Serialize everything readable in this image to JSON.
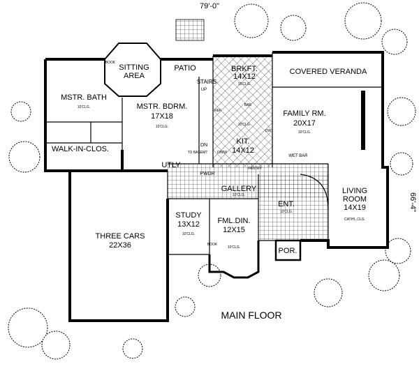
{
  "title": "MAIN FLOOR",
  "dimensions": {
    "width": "79'-0\"",
    "depth": "66'-4\""
  },
  "rooms": [
    {
      "id": "sitting",
      "name": "SITTING",
      "name2": "AREA"
    },
    {
      "id": "patio",
      "name": "PATIO"
    },
    {
      "id": "brkft",
      "name": "BRKFT.",
      "size": "14X12",
      "ceiling": "10'CLG."
    },
    {
      "id": "veranda",
      "name": "COVERED VERANDA"
    },
    {
      "id": "mbath",
      "name": "MSTR. BATH",
      "ceiling": "10'CLG."
    },
    {
      "id": "mbdrm",
      "name": "MSTR. BDRM.",
      "size": "17X18",
      "ceiling": "10'CLG."
    },
    {
      "id": "family",
      "name": "FAMILY RM.",
      "size": "20X17",
      "ceiling": "10'CLG."
    },
    {
      "id": "kit",
      "name": "KIT.",
      "size": "14X12",
      "ceiling": "10'CLG."
    },
    {
      "id": "closet",
      "name": "WALK-IN-CLOS."
    },
    {
      "id": "utly",
      "name": "UTLY"
    },
    {
      "id": "gallery",
      "name": "GALLERY",
      "ceiling": "10'CLG."
    },
    {
      "id": "living",
      "name": "LIVING",
      "name2": "ROOM",
      "size": "14X19",
      "ceiling": "CATH'L.CLG."
    },
    {
      "id": "garage",
      "name": "THREE CARS",
      "size": "22X36"
    },
    {
      "id": "study",
      "name": "STUDY",
      "size": "13X12",
      "ceiling": "10'CLG."
    },
    {
      "id": "fmldin",
      "name": "FML.DIN.",
      "size": "12X15",
      "ceiling": "10'CLG."
    },
    {
      "id": "ent",
      "name": "ENT.",
      "ceiling": "10'CLG."
    },
    {
      "id": "por",
      "name": "POR."
    }
  ],
  "notes": {
    "stairs": "STAIRS",
    "up": "UP",
    "dn": "DN",
    "to_basement": "TO BASEMT",
    "book": "BOOK",
    "book2": "BOOK",
    "bar": "BAR",
    "dw": "DW",
    "ovmw": "O/MW",
    "pwdr": "PWDR",
    "pantry": "PANTRY",
    "wet_bar": "WET BAR",
    "ref": "REF"
  }
}
